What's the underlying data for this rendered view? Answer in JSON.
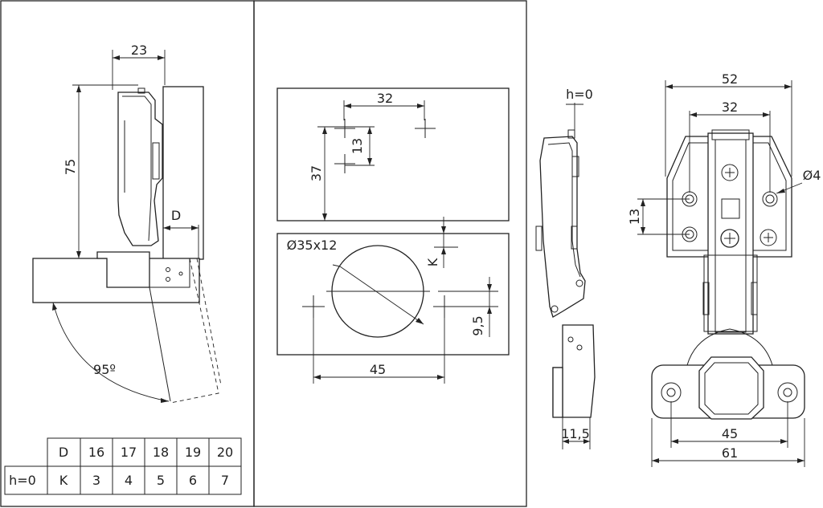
{
  "left_view": {
    "dim_width": "23",
    "dim_height": "75",
    "dim_d": "D",
    "angle": "95º"
  },
  "middle_view": {
    "dim_holes_spacing": "32",
    "dim_holes_pitch": "13",
    "dim_depth": "37",
    "dim_k": "K",
    "cup_label": "Ø35x12",
    "dim_cup_offset": "9,5",
    "dim_cup_width": "45"
  },
  "side_view": {
    "dim_h": "h=0",
    "dim_thickness": "11,5"
  },
  "front_view": {
    "dim_overall": "52",
    "dim_holes": "32",
    "dim_pitch": "13",
    "dim_screw": "Ø4",
    "dim_plate_holes": "45",
    "dim_plate_width": "61"
  },
  "table": {
    "header_label": "D",
    "row_head": "h=0",
    "row_label": "K",
    "columns": [
      "16",
      "17",
      "18",
      "19",
      "20"
    ],
    "values": [
      "3",
      "4",
      "5",
      "6",
      "7"
    ]
  }
}
